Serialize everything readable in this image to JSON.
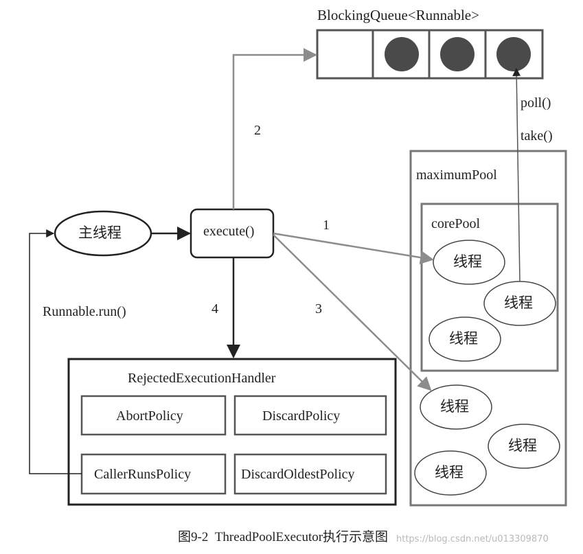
{
  "queue": {
    "label": "BlockingQueue<Runnable>",
    "slots": [
      "empty",
      "task",
      "task",
      "task"
    ]
  },
  "main_thread": {
    "label": "主线程"
  },
  "execute": {
    "label": "execute()"
  },
  "steps": {
    "s1": "1",
    "s2": "2",
    "s3": "3",
    "s4": "4"
  },
  "queue_ops": {
    "poll": "poll()",
    "take": "take()"
  },
  "maximum_pool": {
    "label": "maximumPool",
    "threads": [
      "线程",
      "线程",
      "线程"
    ],
    "core_pool": {
      "label": "corePool",
      "threads": [
        "线程",
        "线程",
        "线程"
      ]
    }
  },
  "runnable_run": "Runnable.run()",
  "handler": {
    "title": "RejectedExecutionHandler",
    "policies": [
      "AbortPolicy",
      "DiscardPolicy",
      "CallerRunsPolicy",
      "DiscardOldestPolicy"
    ]
  },
  "caption": {
    "figure": "图9-2",
    "title": "ThreadPoolExecutor执行示意图"
  },
  "watermark": "https://blog.csdn.net/u013309870",
  "colors": {
    "line": "#222222",
    "gray_line": "#8c8c8c",
    "box_gray": "#777777",
    "task_fill": "#4a4a4a"
  }
}
